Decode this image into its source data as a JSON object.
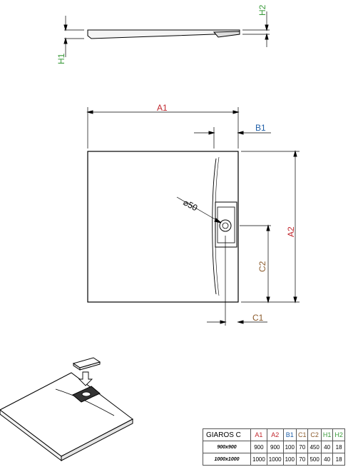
{
  "colors": {
    "A": "#c1272d",
    "B": "#1f5fa8",
    "C": "#8b5a2b",
    "H": "#3a9a3a"
  },
  "side_view": {
    "h1": "H1",
    "h2": "H2"
  },
  "top_view": {
    "a1": "A1",
    "a2": "A2",
    "b1": "B1",
    "c1": "C1",
    "c2": "C2",
    "diameter": "⌀50"
  },
  "table": {
    "model": "GIAROS C",
    "headers": [
      "A1",
      "A2",
      "B1",
      "C1",
      "C2",
      "H1",
      "H2"
    ],
    "rows": [
      {
        "size": "900x900",
        "values": [
          "900",
          "900",
          "100",
          "70",
          "450",
          "40",
          "18"
        ]
      },
      {
        "size": "1000x1000",
        "values": [
          "1000",
          "1000",
          "100",
          "70",
          "500",
          "40",
          "18"
        ]
      }
    ]
  }
}
